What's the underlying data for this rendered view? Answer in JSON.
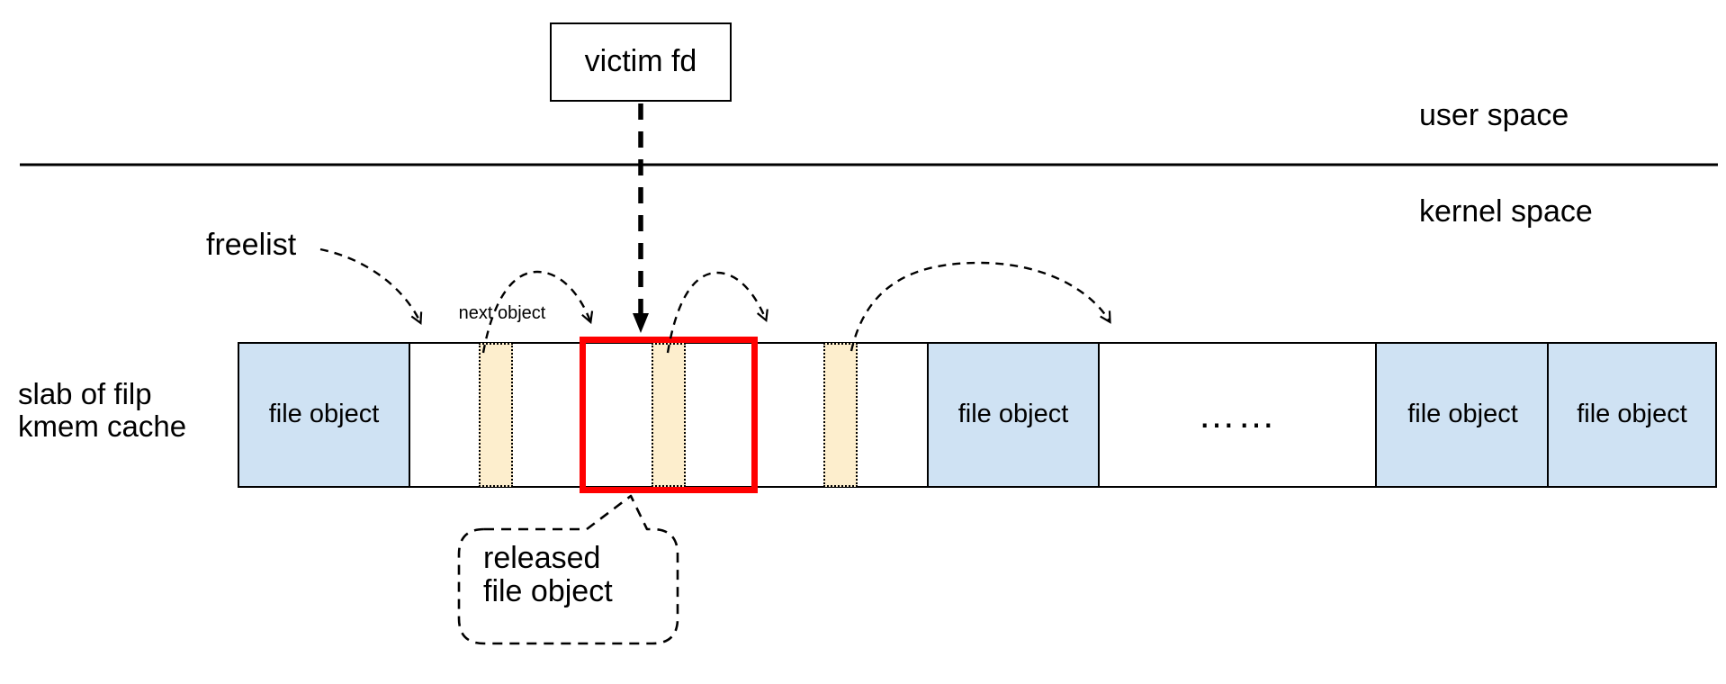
{
  "labels": {
    "victim_fd": "victim fd",
    "user_space": "user space",
    "kernel_space": "kernel space",
    "freelist": "freelist",
    "next_object": "next object",
    "slab_caption_line1": "slab of filp",
    "slab_caption_line2": "kmem cache",
    "released_callout_line1": "released",
    "released_callout_line2": "file object"
  },
  "slab": {
    "segments": [
      {
        "kind": "file-object",
        "label": "file object"
      },
      {
        "kind": "free-slot",
        "label": ""
      },
      {
        "kind": "released-slot",
        "label": ""
      },
      {
        "kind": "free-slot",
        "label": ""
      },
      {
        "kind": "file-object",
        "label": "file object"
      },
      {
        "kind": "ellipsis-slot",
        "label": "……"
      },
      {
        "kind": "file-object",
        "label": "file object"
      },
      {
        "kind": "file-object",
        "label": "file object"
      }
    ]
  },
  "colors": {
    "file_object_fill": "#cfe2f3",
    "free_chunk_fill": "#fdeecd",
    "released_outline": "#ff0000",
    "line": "#000000",
    "background": "#ffffff"
  }
}
